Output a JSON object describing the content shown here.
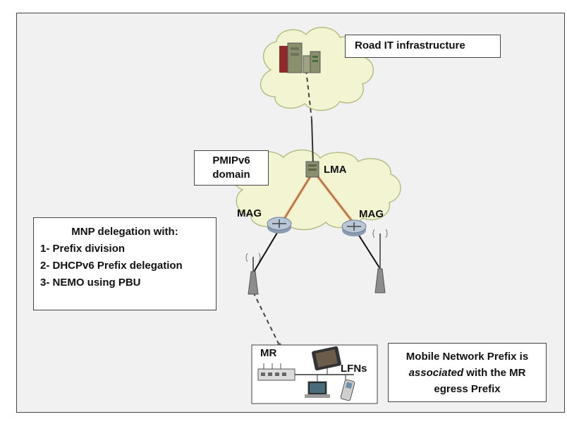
{
  "road_it_label": "Road IT infrastructure",
  "pmip_label": [
    "PMIPv6",
    "domain"
  ],
  "lma_label": "LMA",
  "mag_left_label": "MAG",
  "mag_right_label": "MAG",
  "mr_label": "MR",
  "lfns_label": "LFNs",
  "mnp_box": {
    "title": "MNP delegation with:",
    "items": [
      "1- Prefix division",
      "2- DHCPv6 Prefix delegation",
      "3- NEMO using PBU"
    ]
  },
  "prefix_box": {
    "line1": "Mobile Network Prefix is",
    "line2_em": "associated",
    "line2_rest": " with the MR",
    "line3": "egress Prefix"
  },
  "colors": {
    "cloud_fill": "#f3f5d2",
    "cloud_stroke": "#b7bd86",
    "link_orange": "#f2a668",
    "router_blue": "#a9b9cc",
    "server_green": "#8a8f6e"
  }
}
